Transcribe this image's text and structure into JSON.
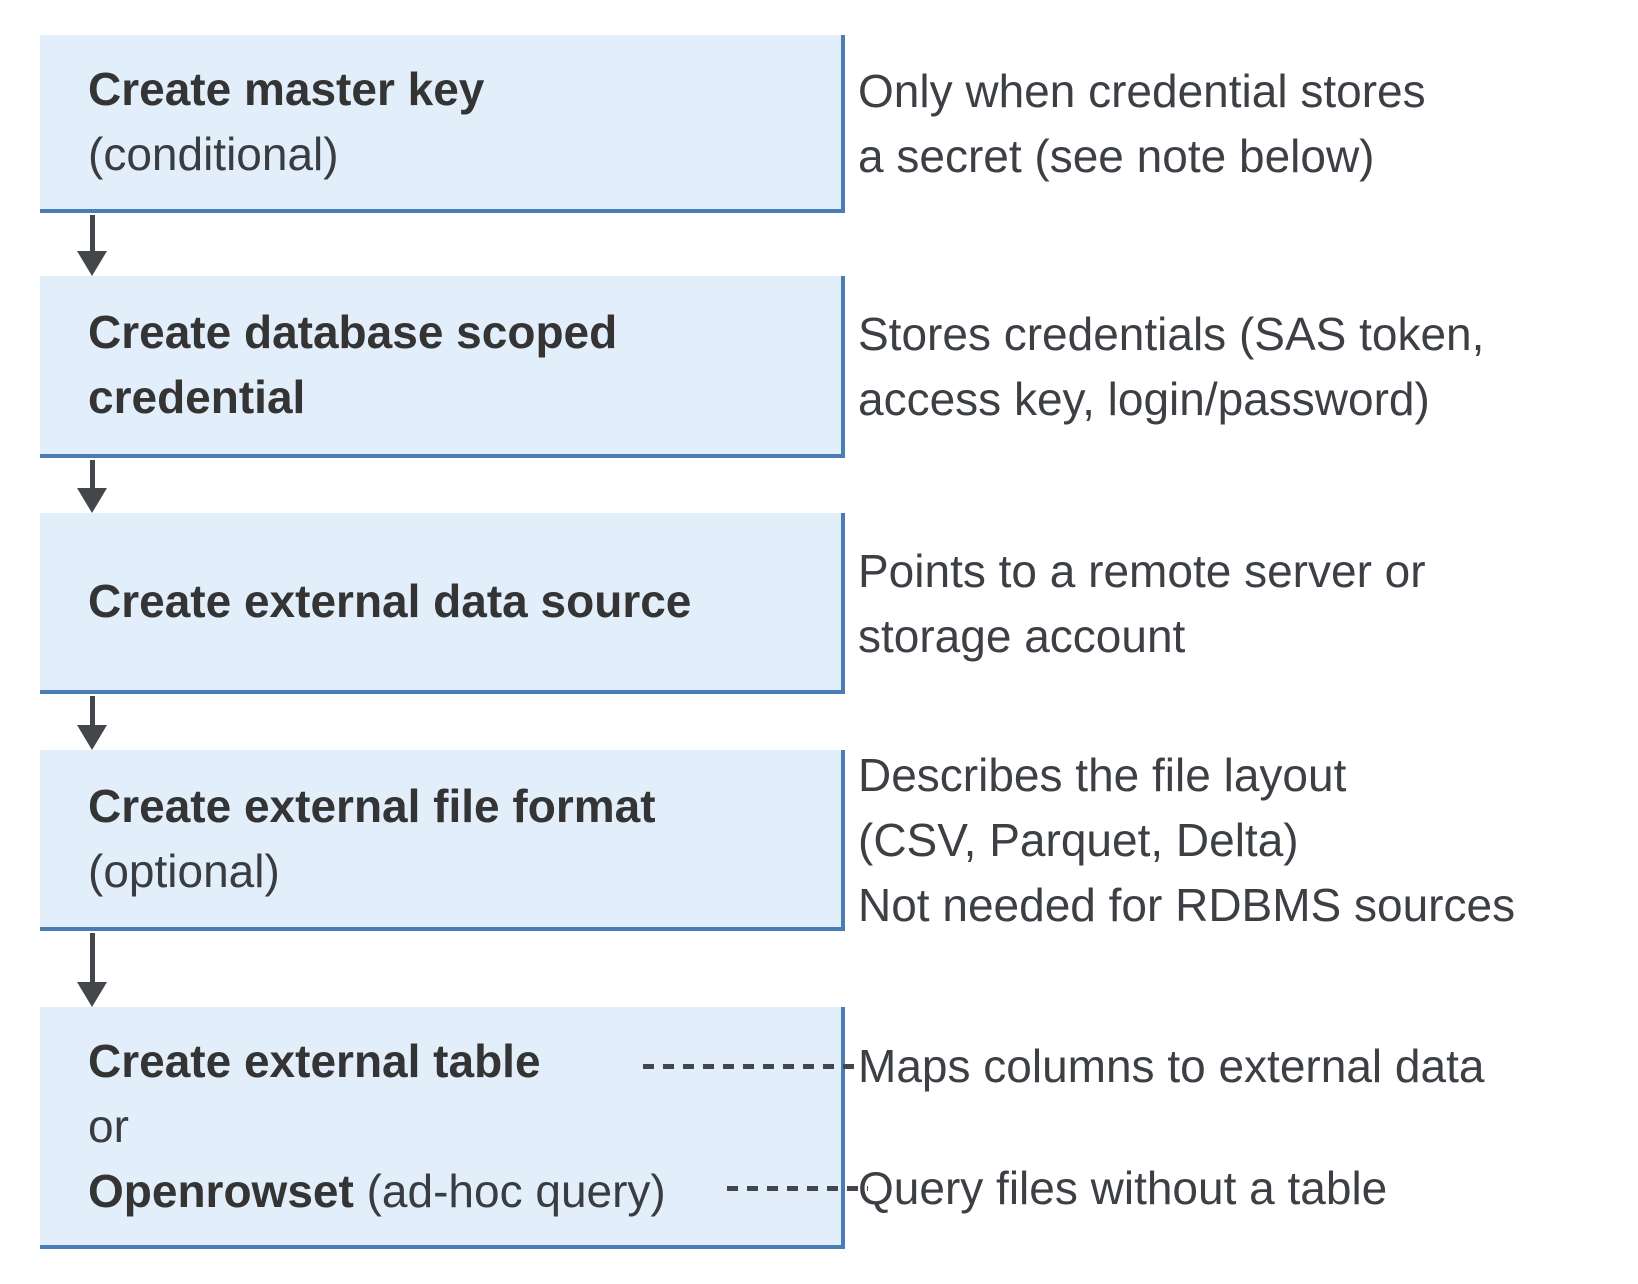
{
  "palette": {
    "box_fill": "#e3eefb",
    "box_border": "#4a7cb5",
    "text": "#3c3f44",
    "arrow": "#43474c",
    "background": "#ffffff"
  },
  "steps": [
    {
      "title": "Create master key",
      "subtitle": "(conditional)",
      "note": "Only when credential stores\na secret (see note below)"
    },
    {
      "title": "Create database scoped\ncredential",
      "note": "Stores credentials (SAS token,\naccess key, login/password)"
    },
    {
      "title": "Create external data source",
      "note": "Points to a remote server or\nstorage account"
    },
    {
      "title": "Create external file format",
      "subtitle": "(optional)",
      "note": "Describes the file layout\n(CSV, Parquet, Delta)\nNot needed for RDBMS sources"
    },
    {
      "title": "Create external table",
      "or_label": "or",
      "alt_title": "Openrowset",
      "alt_suffix": " (ad-hoc query)",
      "note_table": "Maps columns to external data",
      "note_openrowset": "Query files without a table"
    }
  ]
}
